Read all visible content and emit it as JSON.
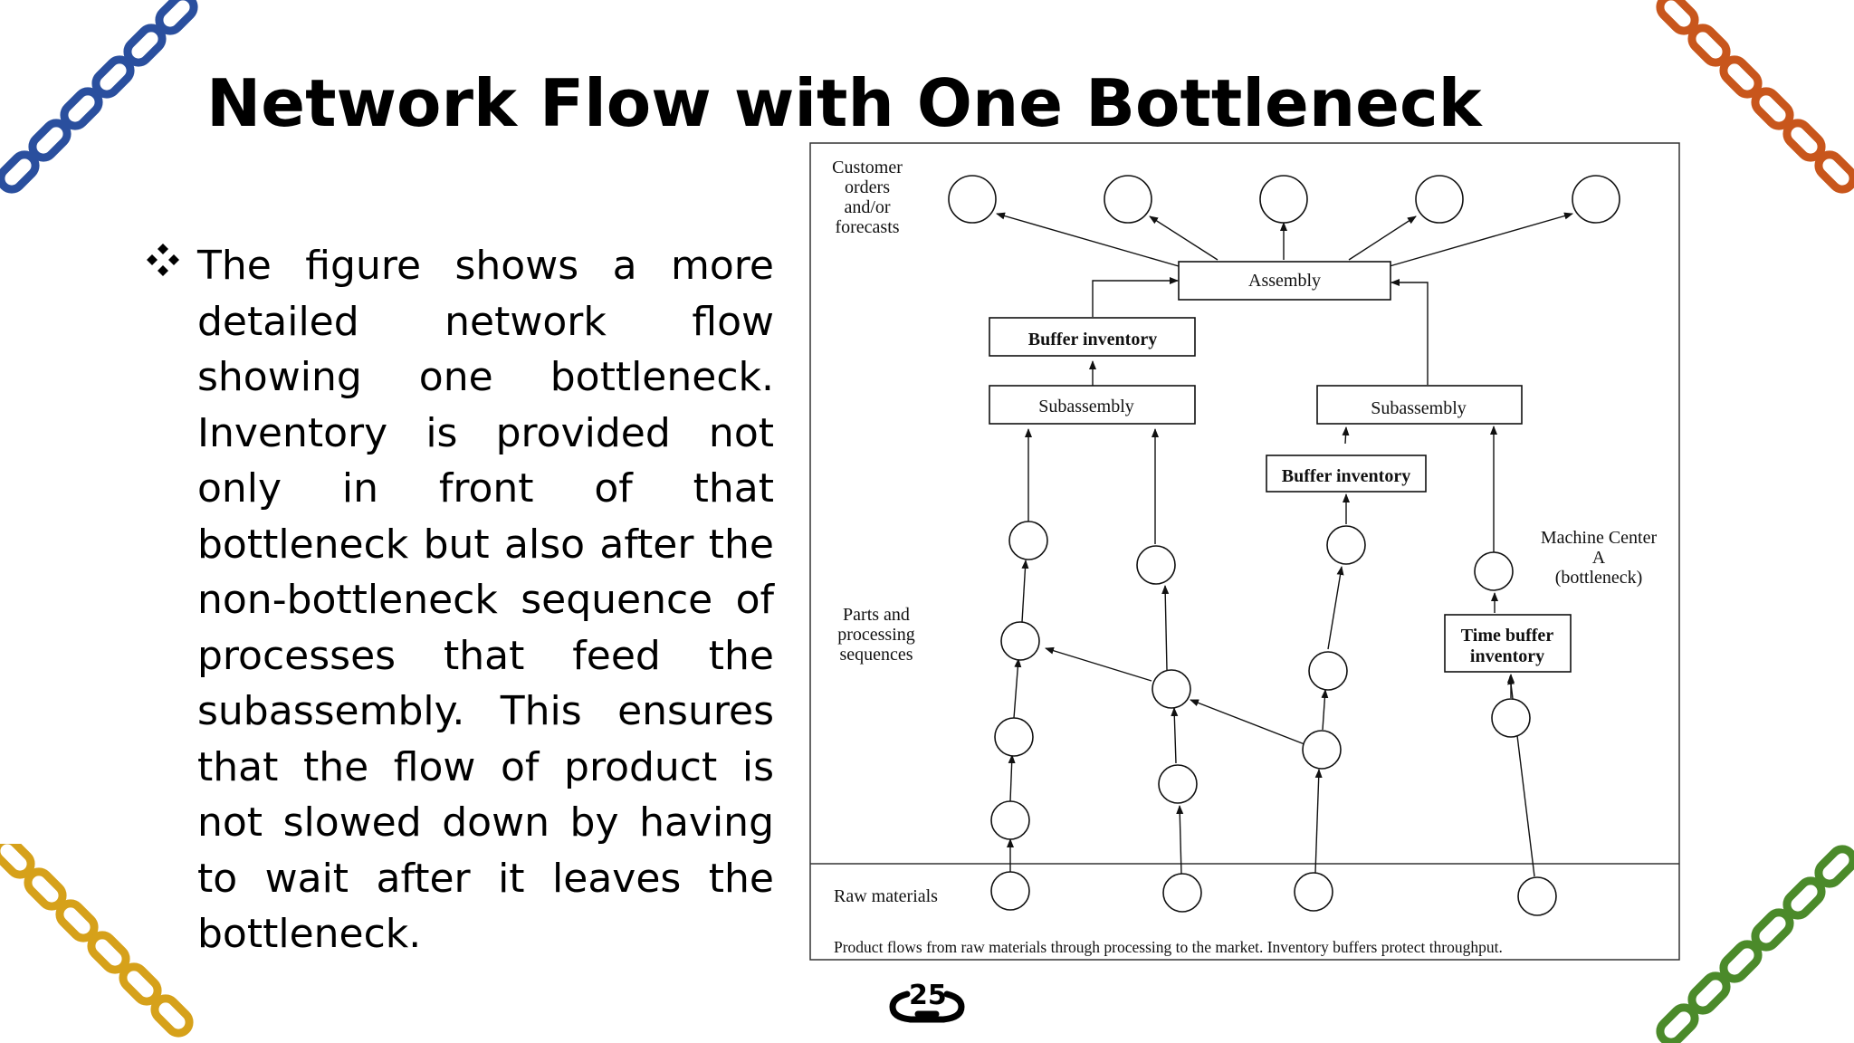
{
  "slide": {
    "title": "Network Flow with One Bottleneck",
    "bullet": "The figure shows a more detailed network flow showing one bottleneck. Inventory is provided not only in front of that bottleneck but also after the non-bottleneck sequence of processes that feed the subassembly. This ensures that the flow of product is not slowed down by having to wait after it leaves the bottleneck.",
    "page_number": "25"
  },
  "decor": {
    "chain_colors": {
      "top_left": "#2a4f9e",
      "top_right": "#c8561c",
      "bottom_left": "#d6a11a",
      "bottom_right": "#4b8a2a"
    }
  },
  "figure": {
    "label_customer": [
      "Customer",
      "orders",
      "and/or",
      "forecasts"
    ],
    "label_parts": [
      "Parts and",
      "processing",
      "sequences"
    ],
    "label_raw": "Raw materials",
    "label_machine": [
      "Machine Center",
      "A",
      "(bottleneck)"
    ],
    "assembly": "Assembly",
    "buffer_left": "Buffer inventory",
    "buffer_right": "Buffer inventory",
    "subassembly_left": "Subassembly",
    "subassembly_right": "Subassembly",
    "time_buffer": [
      "Time buffer",
      "inventory"
    ],
    "caption": "Product flows from raw materials through processing to the market. Inventory buffers protect throughput."
  }
}
